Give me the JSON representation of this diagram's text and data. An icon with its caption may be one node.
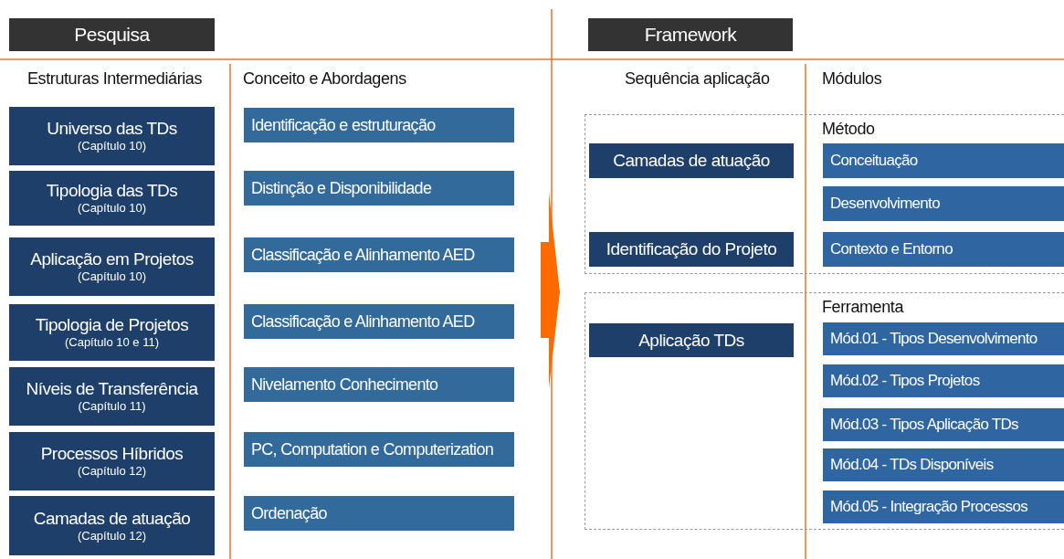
{
  "diagram": {
    "nodes": [
      {
        "text": [
          "Pesquisa"
        ]
      },
      {
        "text": [
          "Framework"
        ]
      },
      {
        "text": [
          "Universo das TDs",
          "(Capítulo 10)"
        ]
      },
      {
        "text": [
          "Tipologia das TDs",
          "(Capítulo 10)"
        ]
      },
      {
        "text": [
          "Aplicação em Projetos",
          "(Capítulo 10)"
        ]
      },
      {
        "text": [
          "Tipologia de Projetos",
          "(Capítulo 10 e 11)"
        ]
      },
      {
        "text": [
          "Níveis de Transferência",
          "(Capítulo 11)"
        ]
      },
      {
        "text": [
          "Processos Híbridos",
          "(Capítulo 12)"
        ]
      },
      {
        "text": [
          "Camadas de atuação",
          "(Capítulo 12)"
        ]
      },
      {
        "text": [
          "Identificação e estruturação"
        ]
      },
      {
        "text": [
          "Distinção e Disponibilidade"
        ]
      },
      {
        "text": [
          "Classificação e Alinhamento AED"
        ]
      },
      {
        "text": [
          "Classificação e Alinhamento AED"
        ]
      },
      {
        "text": [
          "Nivelamento Conhecimento"
        ]
      },
      {
        "text": [
          "PC, Computation e Computerization"
        ]
      },
      {
        "text": [
          "Ordenação"
        ]
      },
      {
        "text": [],
        "shape": "box"
      },
      {
        "text": [
          "Camadas de atuação"
        ],
        "in": 16
      },
      {
        "text": [
          "Identificação do Projeto"
        ],
        "in": 16
      },
      {
        "text": [
          "Conceituação"
        ],
        "in": 16
      },
      {
        "text": [
          "Desenvolvimento"
        ],
        "in": 16
      },
      {
        "text": [
          "Contexto e Entorno"
        ],
        "in": 16
      },
      {
        "text": [],
        "shape": "box"
      },
      {
        "text": [
          "Aplicação TDs"
        ],
        "in": 22
      },
      {
        "text": [
          "Mód.01 - Tipos Desenvolvimento"
        ],
        "in": 22
      },
      {
        "text": [
          "Mód.02 - Tipos Projetos"
        ],
        "in": 22
      },
      {
        "text": [
          "Mód.03 - Tipos Aplicação TDs"
        ],
        "in": 22
      },
      {
        "text": [
          "Mód.04 - TDs Disponíveis"
        ],
        "in": 22
      },
      {
        "text": [
          "Mód.05 - Integração Processos"
        ],
        "in": 22
      }
    ],
    "labels": [
      "Estruturas Intermediárias",
      "Conceito e Abordagens",
      "Sequência aplicação",
      "Módulos",
      "Método",
      "Ferramenta"
    ]
  }
}
